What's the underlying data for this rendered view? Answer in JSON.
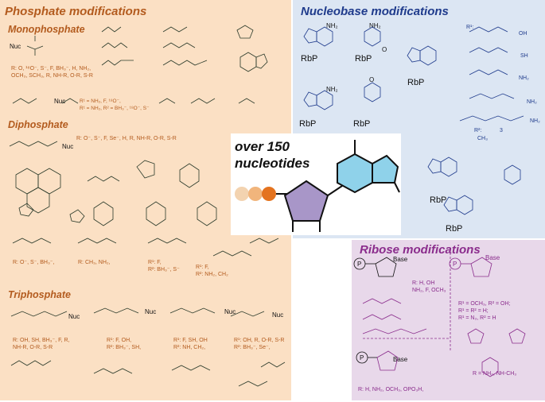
{
  "phosphate": {
    "title": "Phosphate modifications",
    "mono_title": "Monophosphate",
    "di_title": "Diphosphate",
    "tri_title": "Triphosphate",
    "nuc": "Nuc",
    "mono_r1": "R: O, ¹⁸O⁻, S⁻, F, BH₃⁻, H, NH₂,",
    "mono_r2": "OCH₃, SCH₃, R, NH-R, O-R, S-R",
    "mono_r3": "R¹ = NH₂, F, ¹⁸O⁻,",
    "mono_r4": "R¹ = NH₂, R² = BH₃⁻, ¹⁸O⁻, S⁻",
    "di_r": "R: O⁻, S⁻, F, Se⁻, H, R, NH-R, O-R, S-R",
    "di_a": "R: O⁻, S⁻, BH₃⁻,",
    "di_b": "R: CH₃, NH₂,",
    "di_c1": "R¹: F,",
    "di_c2": "R²: BH₃⁻, S⁻",
    "di_d1": "R¹: F,",
    "di_d2": "R²: NH₂, CH₂",
    "tri_a1": "R: OH, SH, BH₃⁻, F, R,",
    "tri_a2": "NH-R, O-R, S-R",
    "tri_b1": "R¹: F, OH,",
    "tri_b2": "R²: BH₃⁻, SH,",
    "tri_c1": "R¹: F, SH, OH",
    "tri_c2": "R²: NH, CH₂,",
    "tri_d1": "R¹: OH, R, O-R, S-R",
    "tri_d2": "R²: BH₃⁻, Se⁻,"
  },
  "nucleobase": {
    "title": "Nucleobase modifications",
    "rbp": "RbP",
    "nh2": "NH₂",
    "o": "O",
    "r1_label": "R¹:",
    "r2_label": "R²:",
    "ch3": "CH₃",
    "sh": "SH",
    "oh": "OH",
    "three": "3"
  },
  "center": {
    "line1": "over 150",
    "line2": "nucleotides"
  },
  "ribose": {
    "title": "Ribose modifications",
    "base": "Base",
    "p": "P",
    "r_a": "R: H, OH",
    "r_b": "NH₂, F, OCH₃",
    "r_c1": "R¹ = OCH₃, R² = OH;",
    "r_c2": "R¹ = R² = H;",
    "r_c3": "R¹ = N₃, R² = H",
    "r_d": "R = NH₂, NH-CH₃",
    "r_e": "R: H, NH₂, OCH₃, OPO₃H,"
  },
  "colors": {
    "phos_bg": "#fbe0c4",
    "nuc_bg": "#dce6f3",
    "rib_bg": "#e8d8ea",
    "phos_text": "#b35b1e",
    "nuc_text": "#1f3b8c",
    "rib_text": "#8a2c8c"
  }
}
